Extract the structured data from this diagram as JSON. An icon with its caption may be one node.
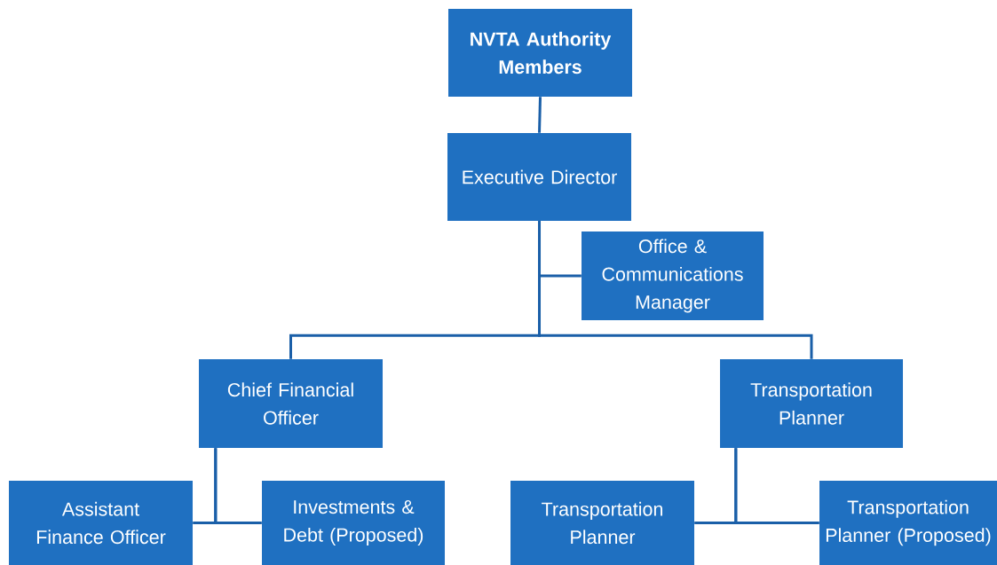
{
  "diagram": {
    "nodes": [
      {
        "text": [
          "NVTA Authority Members"
        ]
      },
      {
        "text": [
          "Executive Director"
        ]
      },
      {
        "text": [
          "Office & Communications Manager"
        ]
      },
      {
        "text": [
          "Chief Financial Officer"
        ]
      },
      {
        "text": [
          "Transportation Planner"
        ]
      },
      {
        "text": [
          "Assistant Finance Officer"
        ]
      },
      {
        "text": [
          "Investments & Debt (Proposed)"
        ]
      },
      {
        "text": [
          "Transportation Planner"
        ]
      },
      {
        "text": [
          "Transportation Planner (Proposed)"
        ]
      }
    ],
    "edges": [
      {
        "from": 0,
        "to": 1,
        "arrow": "none"
      },
      {
        "from": 1,
        "to": 2,
        "arrow": "none"
      },
      {
        "from": 1,
        "to": 3,
        "arrow": "none"
      },
      {
        "from": 1,
        "to": 4,
        "arrow": "none"
      },
      {
        "from": 3,
        "to": 5,
        "arrow": "none"
      },
      {
        "from": 3,
        "to": 6,
        "arrow": "none"
      },
      {
        "from": 4,
        "to": 7,
        "arrow": "none"
      },
      {
        "from": 4,
        "to": 8,
        "arrow": "none"
      }
    ]
  }
}
